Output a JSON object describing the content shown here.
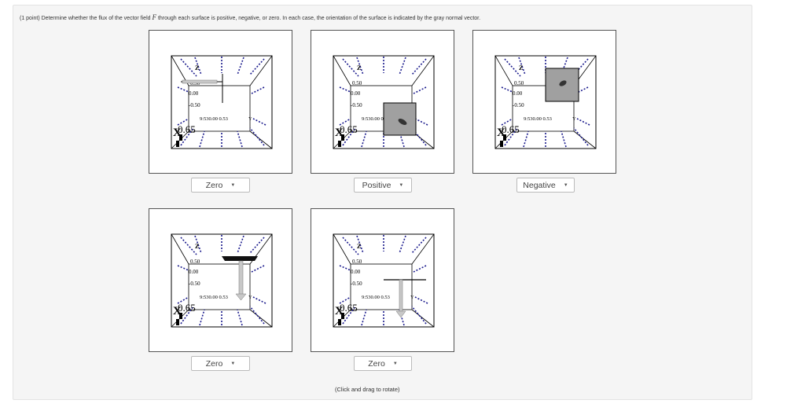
{
  "question": {
    "prefix": "(1 point) Determine whether the flux of the vector field",
    "vector_symbol": "F",
    "suffix": "through each surface is positive, negative, or zero. In each case, the orientation of the surface is indicated by the gray normal vector."
  },
  "figures": [
    {
      "answer": "Zero"
    },
    {
      "answer": "Positive"
    },
    {
      "answer": "Negative"
    },
    {
      "answer": "Zero"
    },
    {
      "answer": "Zero"
    }
  ],
  "axis_labels": {
    "z": "Z",
    "x": "X",
    "y": "Y"
  },
  "tick_labels": {
    "t1": "0.50",
    "t2": "0.00",
    "t3": "-0.50",
    "x_big": "0.65",
    "row": "9:530.00 0.53"
  },
  "hint": "(Click and drag to rotate)",
  "colors": {
    "arrow": "#1a1a8c",
    "surface": "#a0a0a0",
    "normal": "#c8c8c8"
  }
}
